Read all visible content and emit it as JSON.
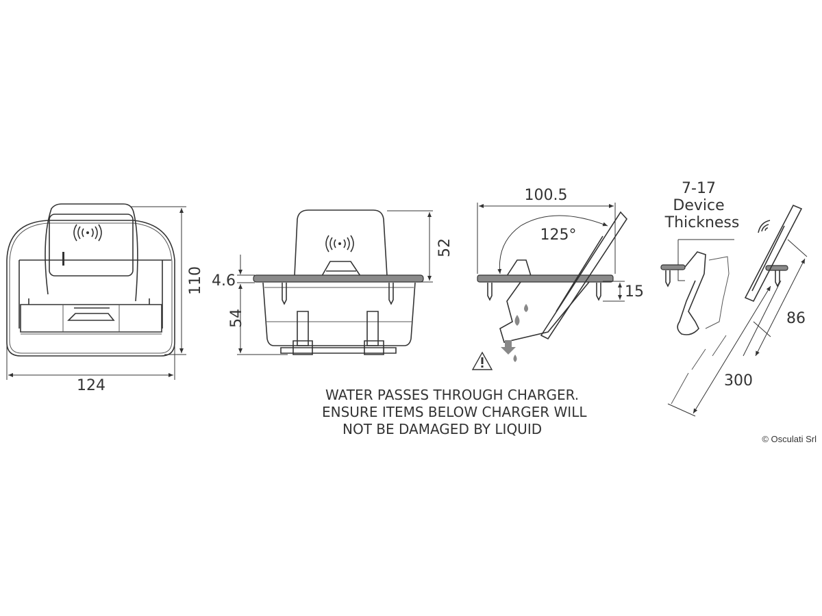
{
  "front_view": {
    "height_label": "110",
    "width_label": "124"
  },
  "side_view": {
    "top_height_label": "52",
    "flange_label": "4.6",
    "depth_label": "54"
  },
  "angle_view": {
    "width_label": "100.5",
    "angle_label": "125°",
    "screw_label": "15"
  },
  "warning": {
    "lines": [
      "WATER PASSES THROUGH CHARGER.",
      "ENSURE ITEMS BELOW CHARGER WILL",
      "NOT BE DAMAGED BY LIQUID"
    ]
  },
  "device_view": {
    "thickness_range": "7-17",
    "thickness_line1": "Device",
    "thickness_line2": "Thickness",
    "length_label": "86",
    "cable_label": "300"
  },
  "copyright": "© Osculati Srl",
  "colors": {
    "line": "#333333",
    "fill_gray": "#8a8a8a"
  }
}
